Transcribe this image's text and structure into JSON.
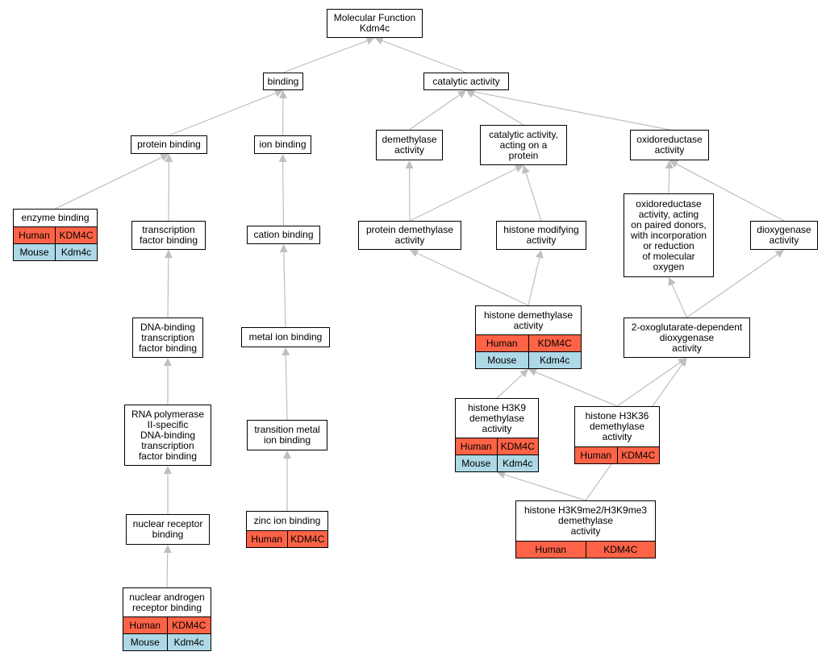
{
  "colors": {
    "human": "#ff6347",
    "mouse": "#add8e6",
    "edge": "#bfbfbf",
    "border": "#000000"
  },
  "nodes": {
    "root": {
      "label": "Molecular Function\nKdm4c"
    },
    "binding": {
      "label": "binding"
    },
    "catalytic": {
      "label": "catalytic activity"
    },
    "protein_binding": {
      "label": "protein binding"
    },
    "ion_binding": {
      "label": "ion binding"
    },
    "demethylase": {
      "label": "demethylase\nactivity"
    },
    "catalytic_protein": {
      "label": "catalytic activity,\nacting on a\nprotein"
    },
    "oxidoreductase": {
      "label": "oxidoreductase\nactivity"
    },
    "enzyme_binding": {
      "label": "enzyme binding",
      "rows": [
        [
          "Human",
          "KDM4C"
        ],
        [
          "Mouse",
          "Kdm4c"
        ]
      ]
    },
    "tf_binding": {
      "label": "transcription\nfactor binding"
    },
    "cation_binding": {
      "label": "cation binding"
    },
    "protein_demethylase": {
      "label": "protein demethylase\nactivity"
    },
    "histone_modifying": {
      "label": "histone modifying\nactivity"
    },
    "oxidoreductase_paired": {
      "label": "oxidoreductase\nactivity, acting\non paired donors,\nwith incorporation\nor reduction\nof molecular\noxygen"
    },
    "dioxygenase": {
      "label": "dioxygenase\nactivity"
    },
    "histone_demethylase": {
      "label": "histone demethylase\nactivity",
      "rows": [
        [
          "Human",
          "KDM4C"
        ],
        [
          "Mouse",
          "Kdm4c"
        ]
      ]
    },
    "oxoglutarate": {
      "label": "2-oxoglutarate-dependent\ndioxygenase\nactivity"
    },
    "dna_binding_tf": {
      "label": "DNA-binding\ntranscription\nfactor binding"
    },
    "metal_ion": {
      "label": "metal ion binding"
    },
    "h3k9": {
      "label": "histone H3K9\ndemethylase\nactivity",
      "rows": [
        [
          "Human",
          "KDM4C"
        ],
        [
          "Mouse",
          "Kdm4c"
        ]
      ]
    },
    "h3k36": {
      "label": "histone H3K36\ndemethylase\nactivity",
      "rows": [
        [
          "Human",
          "KDM4C"
        ]
      ]
    },
    "rna_pol_ii": {
      "label": "RNA polymerase\nII-specific\nDNA-binding\ntranscription\nfactor binding"
    },
    "transition_metal": {
      "label": "transition metal\nion binding"
    },
    "h3k9me2": {
      "label": "histone H3K9me2/H3K9me3\ndemethylase\nactivity",
      "rows": [
        [
          "Human",
          "KDM4C"
        ]
      ]
    },
    "nuclear_receptor": {
      "label": "nuclear receptor\nbinding"
    },
    "zinc": {
      "label": "zinc ion binding",
      "rows": [
        [
          "Human",
          "KDM4C"
        ]
      ]
    },
    "androgen": {
      "label": "nuclear androgen\nreceptor binding",
      "rows": [
        [
          "Human",
          "KDM4C"
        ],
        [
          "Mouse",
          "Kdm4c"
        ]
      ]
    }
  }
}
